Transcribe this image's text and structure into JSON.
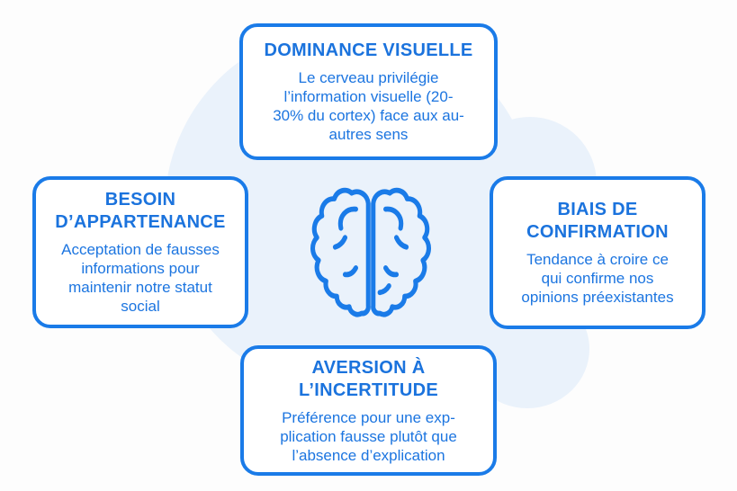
{
  "title": "Biais cognitifs infographie",
  "theme": {
    "accent_blue": "#1a7be8",
    "title_blue": "#1b73dd",
    "text_blue": "#1c75e0",
    "blob_blue": "#eaf2fb",
    "background": "#fdfdfd"
  },
  "center_icon": {
    "name": "brain-icon",
    "color": "#1a7be8"
  },
  "cards": {
    "top": {
      "title": "DOMINANCE VISUELLE",
      "description": "Le cerveau privilégie\nl’information visuelle (20-\n30% du cortex) face aux au-\nautres sens"
    },
    "left": {
      "title": "BESOIN\nD’APPARTENANCE",
      "description": "Acceptation de fausses\ninformations pour\nmaintenir notre statut\nsocial"
    },
    "right": {
      "title": "BIAIS DE\nCONFIRMATION",
      "description": "Tendance à croire ce\nqui confirme nos\nopinions préexistantes"
    },
    "bottom": {
      "title": "AVERSION À\nL’INCERTITUDE",
      "description": "Préférence pour une exp-\nplication fausse plutôt que\nl’absence d’explication"
    }
  }
}
